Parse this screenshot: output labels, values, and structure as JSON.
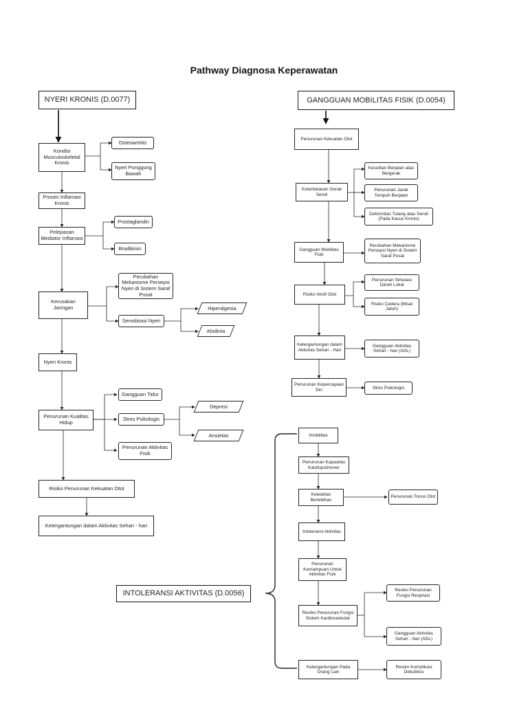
{
  "title": "Pathway Diagnosa Keperawatan",
  "headers": {
    "nyeri_kronis": "NYERI KRONIS (D.0077)",
    "mobilitas": "GANGGUAN MOBILITAS FISIK (D.0054)",
    "intoleransi": "INTOLERANSI AKTIVITAS (D.0056)"
  },
  "left": {
    "kondisi": "Kondisi Musculoskeletal Kronis",
    "osteoartritis": "Osteoartritis",
    "nyeri_punggung": "Nyeri Punggung Bawah",
    "proses_inflamasi": "Proses Inflamasi Kronis",
    "pelepasan_mediator": "Pelepasan Mediator Inflamasi",
    "prostaglandin": "Prostaglandin",
    "bradikinin": "Bradikinin",
    "kerusakan_jaringan": "Kerusakan Jaringan",
    "perubahan_mekanisme": "Perubahan Mekanisme Persepsi Nyeri di Sistem Saraf Pusat",
    "sensitisasi_nyeri": "Sensitisasi Nyeri",
    "hiperalgesia": "Hiperalgesia",
    "alodinia": "Alodinia",
    "nyeri_kronis": "Nyeri Kronis",
    "penurunan_kualitas": "Penurunan Kualitas Hidup",
    "gangguan_tidur": "Gangguan Tidur",
    "stres_psikologis": "Stres Psikologis",
    "depresi": "Depresi",
    "ansietas": "Ansietas",
    "penurunan_aktivitas_fisik": "Penurunan Aktivitas Fisik",
    "risiko_penurunan_kekuatan": "Risiko Penurunan Kekuatan Otot",
    "ketergantungan": "Ketergantungan dalam Aktivitas Sehari - hari"
  },
  "right_top": {
    "penurunan_kekuatan": "Penurunan Kekuatan Otot",
    "keterbatasan_gerak": "Keterbatasan Gerak Sendi",
    "kesulitan_berjalan": "Kesulitan Berjalan atau Bergerak",
    "penurunan_jarak": "Penurunan Jarak Tempuh Berjalan",
    "deformitas": "Deformitas Tulang atau Sendi (Pada Kasus Kronis)",
    "gangguan_mobilitas": "Gangguan Mobilitas Fisik",
    "perubahan_mekanisme": "Perubahan Mekanisme Persepsi Nyeri di Sistem Saraf Pusat",
    "risiko_atrofi": "Risiko Atrofi Otot",
    "penurunan_sirkulasi": "Penurunan Sirkulasi Darah Lokal",
    "risiko_cedera": "Risiko Cedera (Misal Jatuh)",
    "ketergantungan": "Ketergantungan dalam Aktivitas Sehari - Hari",
    "gangguan_aktivitas": "Gangguan Aktivitas Sehari - hari (ADL)",
    "penurunan_kepercayaan": "Penurunan Kepercayaan Diri",
    "stres_psikologis": "Stres Psikologis"
  },
  "right_bottom": {
    "imobilitas": "Imobilitas",
    "penurunan_kapasitas": "Penurunan Kapasitas Kardiopulmoner",
    "kelelahan": "Kelelahan Berlebihan",
    "penurunan_tonus": "Penurunan Tonus Otot",
    "intoleransi": "Intoleransi Aktivitas",
    "penurunan_kemampuan": "Penurunan Kemampuan Untuk Aktivitas Fisik",
    "resiko_fungsi_kardio": "Resiko Penurunan Fungsi Sistem Kardiovaskular",
    "resiko_fungsi_respirasi": "Resiko Penurunan Fungsi Respirasi",
    "gangguan_aktivitas": "Gangguan Aktivitas Sehari - hari (ADL)",
    "ketergantungan_orang_lain": "Ketergantungan Pada Orang Lain",
    "resiko_dekubitus": "Resiko Komplikasi Dekubitus"
  }
}
